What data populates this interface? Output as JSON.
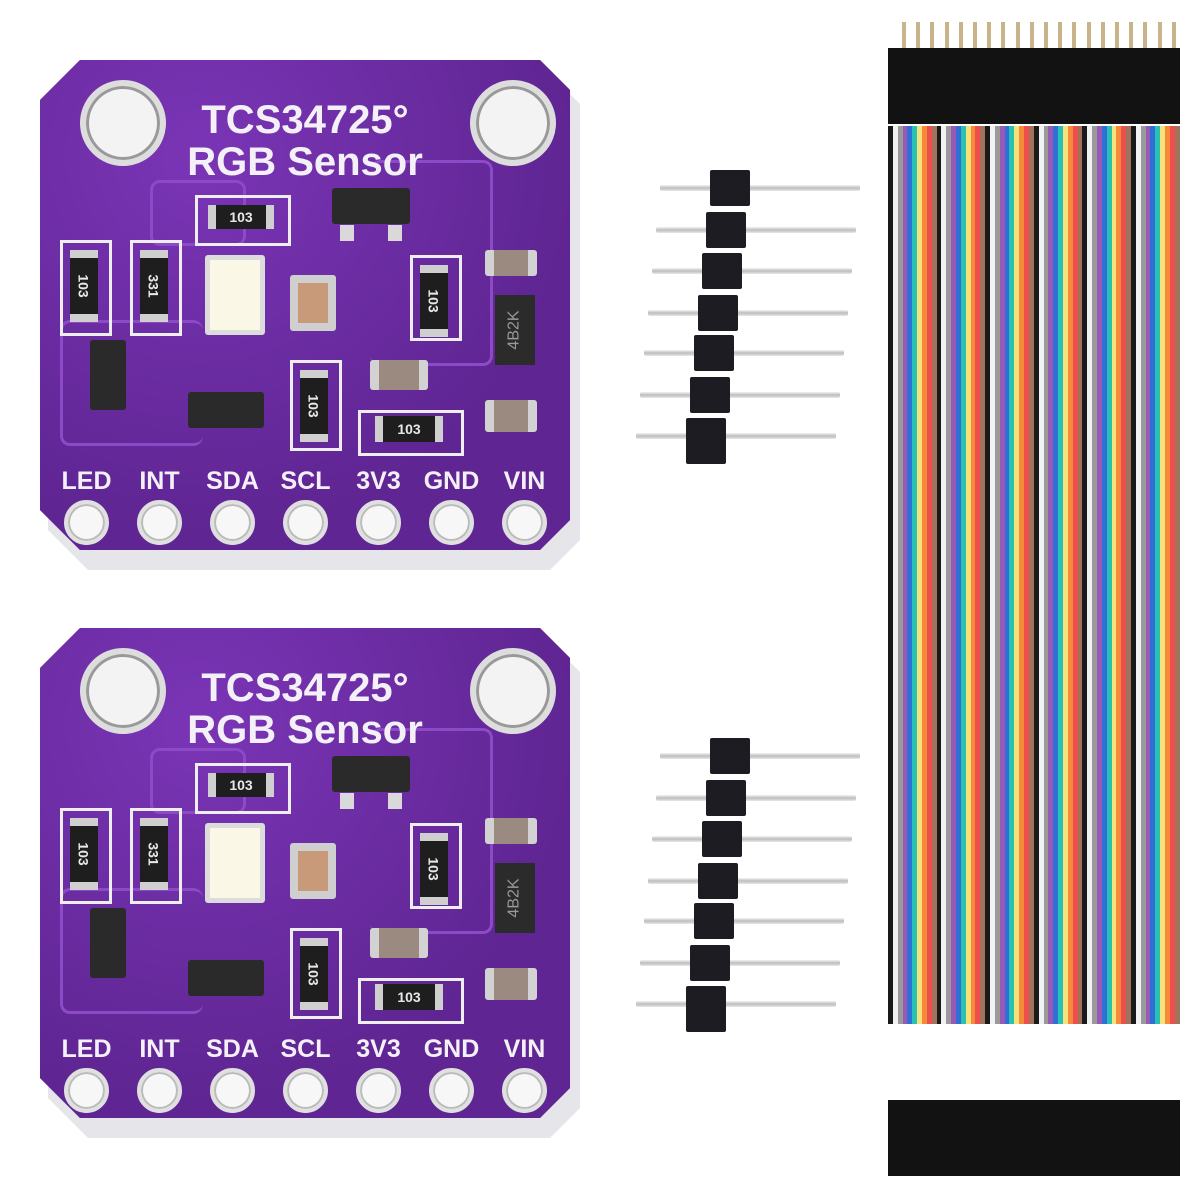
{
  "scene": {
    "description": "Product photo: two TCS34725 RGB sensor breakout boards, two 7-pin male headers, and a 20-wire dupont jumper ribbon"
  },
  "boards": [
    {
      "title_line1": "TCS34725°",
      "title_line2": "RGB Sensor",
      "pcb_color": "#6a2ba0",
      "resistor_codes": [
        "103",
        "103",
        "331",
        "103",
        "103",
        "103"
      ],
      "regulator_code": "4B2K",
      "pins": [
        "LED",
        "INT",
        "SDA",
        "SCL",
        "3V3",
        "GND",
        "VIN"
      ]
    },
    {
      "title_line1": "TCS34725°",
      "title_line2": "RGB Sensor",
      "pcb_color": "#6a2ba0",
      "resistor_codes": [
        "103",
        "103",
        "331",
        "103",
        "103",
        "103"
      ],
      "regulator_code": "4B2K",
      "pins": [
        "LED",
        "INT",
        "SDA",
        "SCL",
        "3V3",
        "GND",
        "VIN"
      ]
    }
  ],
  "headers": [
    {
      "pin_count": 7,
      "type": "male-pin-header"
    },
    {
      "pin_count": 7,
      "type": "male-pin-header"
    }
  ],
  "ribbon": {
    "wire_count": 20,
    "colors": [
      "#1a1a1a",
      "#f2f2f2",
      "#9a9a9a",
      "#9b59b6",
      "#2f6fd6",
      "#27c2b3",
      "#f6e27a",
      "#f7893b",
      "#ef4e4e",
      "#a0745a"
    ]
  }
}
